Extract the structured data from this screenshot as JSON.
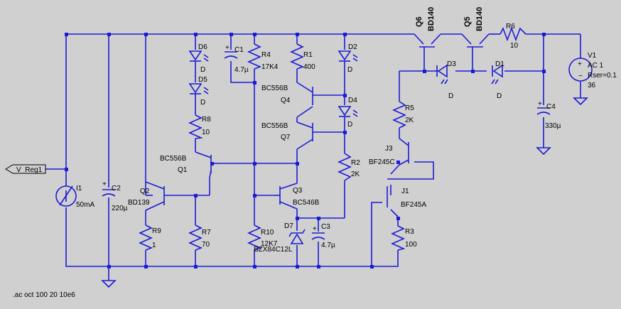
{
  "sim_directive": ".ac oct 100 20 10e6",
  "net_label": "V_Reg1",
  "components": {
    "D6": {
      "name": "D6",
      "model": "D"
    },
    "D5": {
      "name": "D5",
      "model": "D"
    },
    "C1": {
      "name": "C1",
      "value": "4.7µ"
    },
    "R4": {
      "name": "R4",
      "value": "17K4"
    },
    "R1": {
      "name": "R1",
      "value": "400"
    },
    "D2": {
      "name": "D2",
      "model": "D"
    },
    "D4": {
      "name": "D4",
      "model": "D"
    },
    "Q6": {
      "name": "Q6",
      "model": "BD140"
    },
    "Q5": {
      "name": "Q5",
      "model": "BD140"
    },
    "R6": {
      "name": "R6",
      "value": "10"
    },
    "V1": {
      "name": "V1",
      "line1": "AC 1",
      "line2": "Rser=0.1",
      "value": "36"
    },
    "D3": {
      "name": "D3",
      "model": "D"
    },
    "D1": {
      "name": "D1",
      "model": "D"
    },
    "R8": {
      "name": "R8",
      "value": "10"
    },
    "Q4": {
      "name": "Q4",
      "model": "BC556B"
    },
    "Q7": {
      "name": "Q7",
      "model": "BC556B"
    },
    "R5": {
      "name": "R5",
      "value": "2K"
    },
    "C4": {
      "name": "C4",
      "value": "330µ"
    },
    "Q1": {
      "name": "Q1",
      "model": "BC556B"
    },
    "J3": {
      "name": "J3",
      "model": "BF245C"
    },
    "R2": {
      "name": "R2",
      "value": "2K"
    },
    "I1": {
      "name": "I1",
      "value": "50mA"
    },
    "C2": {
      "name": "C2",
      "value": "220µ"
    },
    "Q2": {
      "name": "Q2",
      "model": "BD139"
    },
    "Q3": {
      "name": "Q3",
      "model": "BC546B"
    },
    "J1": {
      "name": "J1",
      "model": "BF245A"
    },
    "R9": {
      "name": "R9",
      "value": "1"
    },
    "R7": {
      "name": "R7",
      "value": "70"
    },
    "R10": {
      "name": "R10",
      "value": "12K7"
    },
    "D7": {
      "name": "D7",
      "model": "BZX84C12L"
    },
    "C3": {
      "name": "C3",
      "value": "4.7µ"
    },
    "R3": {
      "name": "R3",
      "value": "100"
    }
  }
}
